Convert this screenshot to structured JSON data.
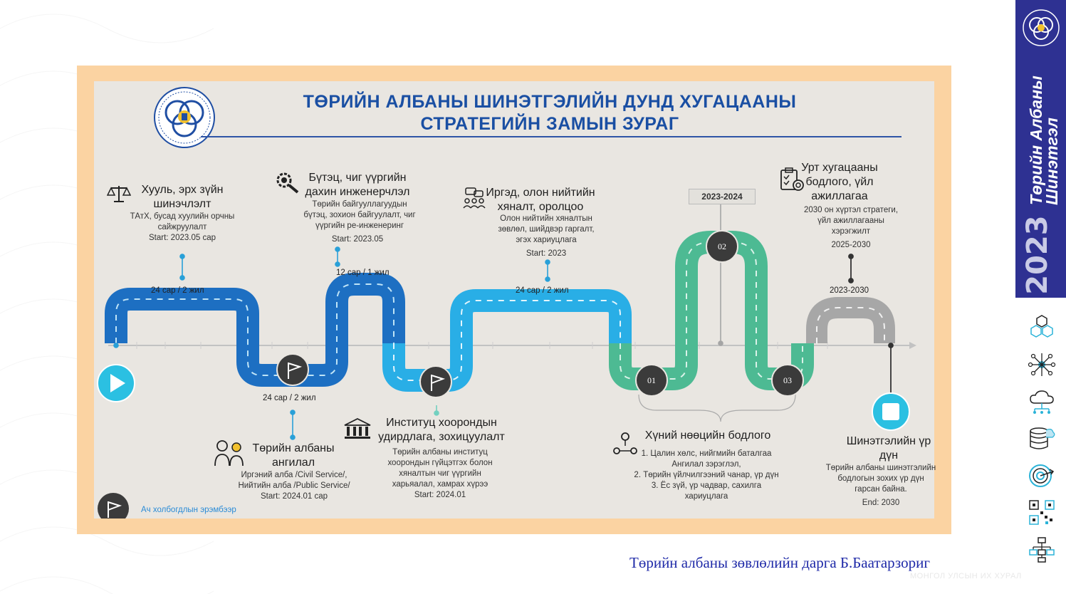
{
  "title": {
    "line1": "ТӨРИЙН АЛБАНЫ ШИНЭТГЭЛИЙН ДУНД ХУГАЦААНЫ",
    "line2": "СТРАТЕГИЙН ЗАМЫН ЗУРАГ"
  },
  "milestones": {
    "law": {
      "title1": "Хууль, эрх зүйн",
      "title2": "шинэчлэлт",
      "desc1": "ТАтХ, бусад хуулийн орчны",
      "desc2": "сайжруулалт",
      "start": "Start: 2023.05 сар",
      "duration": "24 сар / 2 жил"
    },
    "structure": {
      "title1": "Бүтэц, чиг үүргийн",
      "title2": "дахин инженерчлэл",
      "desc1": "Төрийн байгууллагуудын",
      "desc2": "бүтэц, зохион байгуулалт, чиг",
      "desc3": "үүргийн ре-инженеринг",
      "start": "Start: 2023.05",
      "duration": "12 сар / 1 жил"
    },
    "citizens": {
      "title1": "Иргэд, олон нийтийн",
      "title2": "хяналт, оролцоо",
      "desc1": "Олон нийтийн хяналтын",
      "desc2": "зөвлөл, шийдвэр гаргалт,",
      "desc3": "эгэх хариуцлага",
      "start": "Start: 2023",
      "duration": "24 сар / 2 жил"
    },
    "longterm": {
      "title1": "Урт хугацааны",
      "title2": "бодлого, үйл",
      "title3": "ажиллагаа",
      "desc1": "2030 он хүртэл стратеги,",
      "desc2": "үйл ажиллагааны",
      "desc3": "хэрэгжилт",
      "period": "2025-2030",
      "duration": "2023-2030"
    },
    "classification": {
      "title1": "Төрийн албаны",
      "title2": "ангилал",
      "desc1": "Иргэний алба /Civil Service/,",
      "desc2": "Нийтийн алба /Public Service/",
      "start": "Start: 2024.01 сар",
      "duration": "24 сар / 2 жил"
    },
    "institutions": {
      "title1": "Институц хоорондын",
      "title2": "удирдлага, зохицуулалт",
      "desc1": "Төрийн албаны институц",
      "desc2": "хоорондын гүйцэтгэх болон",
      "desc3": "хяналтын чиг үүргийн",
      "desc4": "харьяалал, хамрах хүрээ",
      "start": "Start: 2024.01"
    },
    "hr": {
      "title": "Хүний нөөцийн бодлого",
      "item1": "1. Цалин хөлс, нийгмийн баталгаа",
      "item1b": "Ангилал зэрэглэл,",
      "item2": "2. Төрийн үйлчилгээний чанар, үр дүн",
      "item3": "3. Ёс зүй, үр чадвар, сахилга",
      "item3b": "хариуцлага"
    },
    "result": {
      "title1": "Шинэтгэлийн үр",
      "title2": "дүн",
      "desc1": "Төрийн албаны шинэтгэлийн",
      "desc2": "бодлогын зохих үр дүн",
      "desc3": "гарсан байна.",
      "end": "End: 2030"
    }
  },
  "years_label": "2023-2024",
  "markers": [
    "01",
    "02",
    "03"
  ],
  "note": "Ач холбогдлын эрэмбээр",
  "sidebar": {
    "year": "2023",
    "word1": "Төрийн Албаны",
    "word2": "Шинэтгэл"
  },
  "footer": "Төрийн албаны зөвлөлийн дарга Б.Баатарзориг",
  "watermark": "МОНГОЛ УЛСЫН ИХ ХУРАЛ",
  "colors": {
    "blue_dark": "#1d6fc2",
    "blue_light": "#29aee6",
    "green": "#4dba93",
    "gray": "#a7a7a7",
    "title": "#1a4fa3",
    "sidebar": "#2e3192",
    "frame": "#fbd3a2"
  }
}
